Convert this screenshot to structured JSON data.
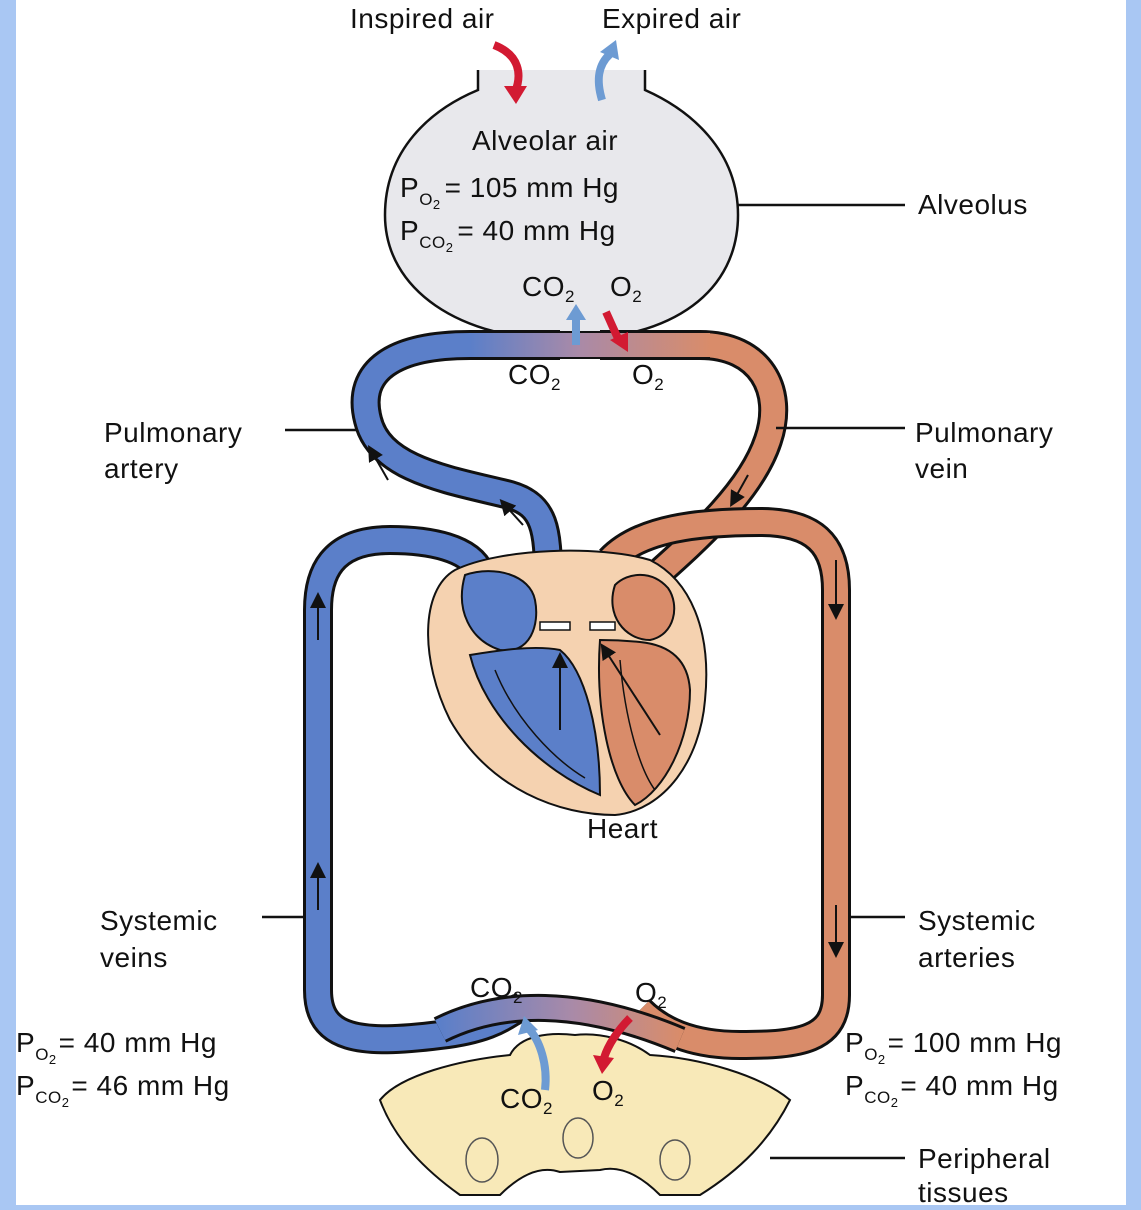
{
  "colors": {
    "frame": "#a9c7f3",
    "paper": "#ffffff",
    "alveolus": "#e8e8ec",
    "venous_blue": "#5b7fc9",
    "arterial_salmon": "#d98c6a",
    "heart_bg": "#f5d2b0",
    "tissue": "#f8e9b8",
    "o2_arrow": "#d21a32",
    "co2_arrow": "#6d9bd3",
    "line": "#111111"
  },
  "top": {
    "inspired": "Inspired air",
    "expired": "Expired air"
  },
  "alveolus": {
    "title": "Alveolar air",
    "po2_p": "P",
    "po2_sub": "O",
    "po2_sub2": "2",
    "po2_val": "= 105 mm Hg",
    "pco2_p": "P",
    "pco2_sub": "CO",
    "pco2_sub2": "2",
    "pco2_val": "= 40 mm Hg",
    "co2": "CO",
    "co2_sub": "2",
    "o2": "O",
    "o2_sub": "2"
  },
  "lung_cap": {
    "co2": "CO",
    "co2_sub": "2",
    "o2": "O",
    "o2_sub": "2"
  },
  "labels": {
    "alveolus": "Alveolus",
    "pulm_artery_1": "Pulmonary",
    "pulm_artery_2": "artery",
    "pulm_vein_1": "Pulmonary",
    "pulm_vein_2": "vein",
    "heart": "Heart",
    "sys_veins_1": "Systemic",
    "sys_veins_2": "veins",
    "sys_arteries_1": "Systemic",
    "sys_arteries_2": "arteries",
    "peripheral_1": "Peripheral",
    "peripheral_2": "tissues"
  },
  "tissue_cap": {
    "co2_top": "CO",
    "co2_top_sub": "2",
    "o2_top": "O",
    "o2_top_sub": "2",
    "co2_bot": "CO",
    "co2_bot_sub": "2",
    "o2_bot": "O",
    "o2_bot_sub": "2"
  },
  "venous": {
    "po2_p": "P",
    "po2_sub": "O",
    "po2_sub2": "2",
    "po2_val": "= 40 mm Hg",
    "pco2_p": "P",
    "pco2_sub": "CO",
    "pco2_sub2": "2",
    "pco2_val": "= 46 mm Hg"
  },
  "arterial": {
    "po2_p": "P",
    "po2_sub": "O",
    "po2_sub2": "2",
    "po2_val": "= 100 mm Hg",
    "pco2_p": "P",
    "pco2_sub": "CO",
    "pco2_sub2": "2",
    "pco2_val": "= 40 mm Hg"
  }
}
